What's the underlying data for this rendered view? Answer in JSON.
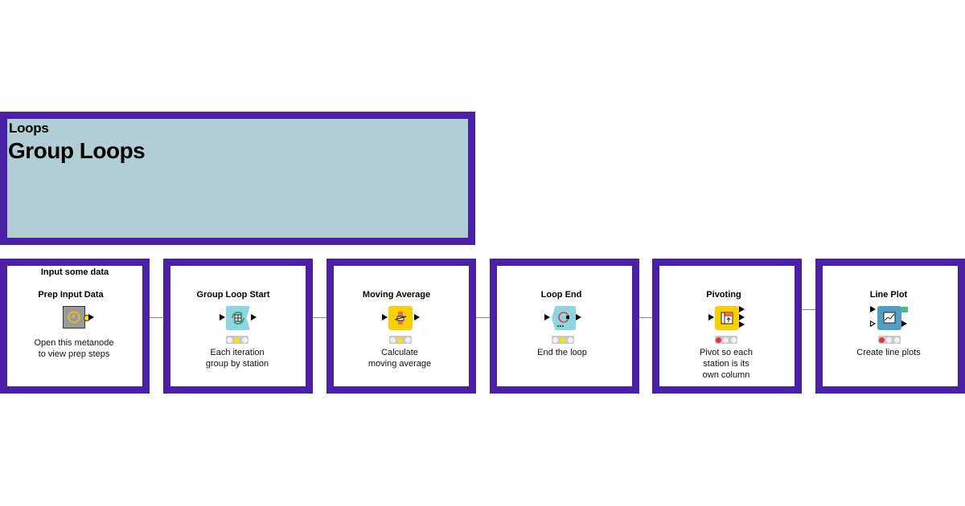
{
  "annotation": {
    "subtitle": "Loops",
    "title": "Group Loops",
    "border_color": "#4a20a8",
    "background_color": "#b2ced5"
  },
  "boxes": [
    {
      "label": "Input some data",
      "node_title": "Prep Input Data",
      "node_type": "metanode",
      "icon": "clock-icon",
      "desc": [
        "Open this metanode",
        "to view prep steps"
      ],
      "status": null
    },
    {
      "label": "",
      "node_title": "Group Loop Start",
      "node_type": "loop-start",
      "icon": "group-loop-icon",
      "desc": [
        "Each iteration",
        "group by station"
      ],
      "status": "yellow"
    },
    {
      "label": "",
      "node_title": "Moving Average",
      "node_type": "manipulator",
      "icon": "moving-average-icon",
      "desc": [
        "Calculate",
        "moving average"
      ],
      "status": "yellow"
    },
    {
      "label": "",
      "node_title": "Loop End",
      "node_type": "loop-end",
      "icon": "loop-end-icon",
      "desc": [
        "End the loop"
      ],
      "status": "yellow"
    },
    {
      "label": "",
      "node_title": "Pivoting",
      "node_type": "manipulator",
      "icon": "pivot-icon",
      "desc": [
        "Pivot so each",
        "station is its",
        "own column"
      ],
      "status": "red"
    },
    {
      "label": "",
      "node_title": "Line Plot",
      "node_type": "visualizer",
      "icon": "line-plot-icon",
      "desc": [
        "Create line plots"
      ],
      "status": "red"
    }
  ],
  "colors": {
    "box_border": "#4a20a8",
    "connection": "#888888",
    "status_yellow": "#f5e400",
    "status_red": "#e8333e",
    "loop_node": "#8dd5e3",
    "manipulator_node": "#fcd000",
    "visualizer_node": "#4f9ec4",
    "metanode": "#9a9a9a"
  }
}
